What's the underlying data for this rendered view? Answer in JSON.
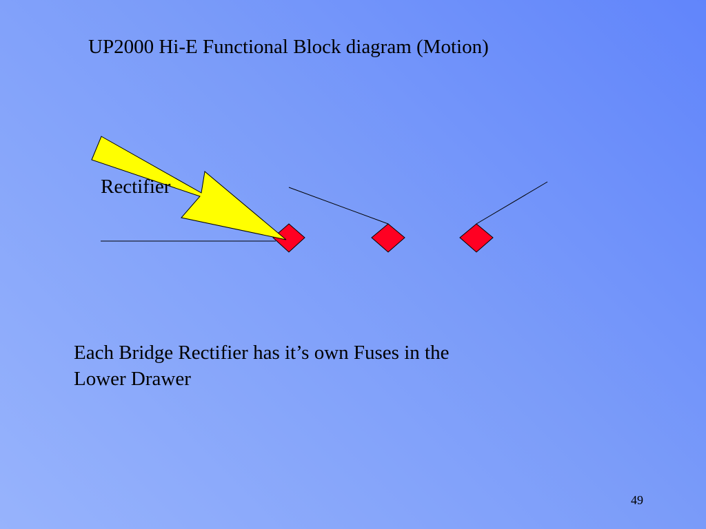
{
  "slide": {
    "title": "UP2000 Hi-E Functional Block diagram (Motion)",
    "page_number": "49"
  },
  "diagram": {
    "label": "Rectifier",
    "node_color": "#ff0022",
    "arrow_color": "#ffff00",
    "caption_lines": [
      "Each Bridge Rectifier has it’s own Fuses in the",
      "Lower Drawer"
    ]
  }
}
